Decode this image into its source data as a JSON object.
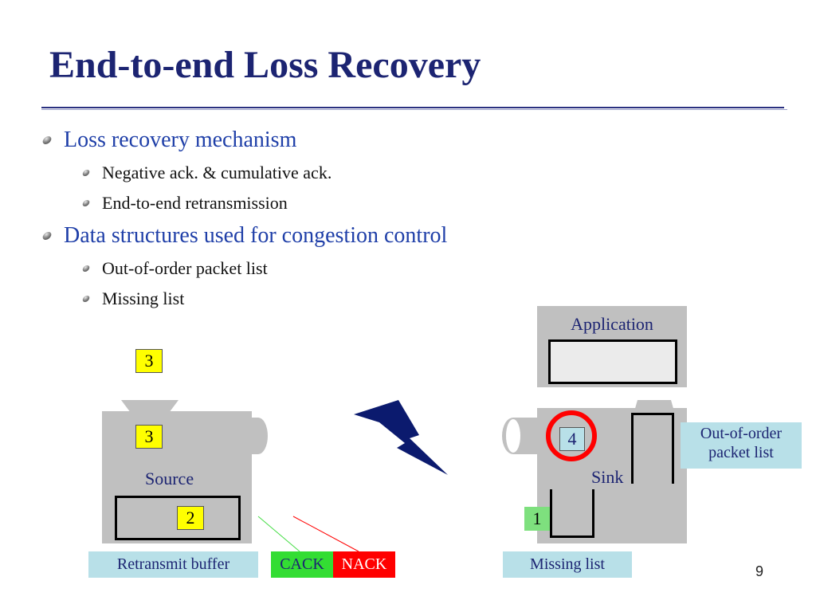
{
  "slide": {
    "title": "End-to-end Loss Recovery",
    "page_number": "9"
  },
  "bullets": [
    {
      "text": "Loss recovery mechanism",
      "children": [
        "Negative ack. & cumulative ack.",
        "End-to-end retransmission"
      ]
    },
    {
      "text": "Data structures used for congestion control",
      "children": [
        "Out-of-order packet list",
        "Missing list"
      ]
    }
  ],
  "diagram": {
    "source_label": "Source",
    "sink_label": "Sink",
    "application_label": "Application",
    "packet_in_air": "3",
    "packet_at_source": "3",
    "packet_in_retransmit_buffer": "2",
    "packet_out_of_order": "4",
    "packet_missing": "1",
    "retransmit_buffer_label": "Retransmit buffer",
    "cack_label": "CACK",
    "nack_label": "NACK",
    "missing_list_label": "Missing list",
    "out_of_order_label_line1": "Out-of-order",
    "out_of_order_label_line2": "packet list",
    "colors": {
      "title": "#1c2472",
      "level1_text": "#1f3fa8",
      "packet": "#ffff00",
      "missing_packet": "#7ee07e",
      "label_box": "#b8e0e8",
      "cack": "#33dd33",
      "nack": "#ff0000",
      "highlight_circle": "#ff0000",
      "lightning": "#0b1a6e"
    }
  }
}
